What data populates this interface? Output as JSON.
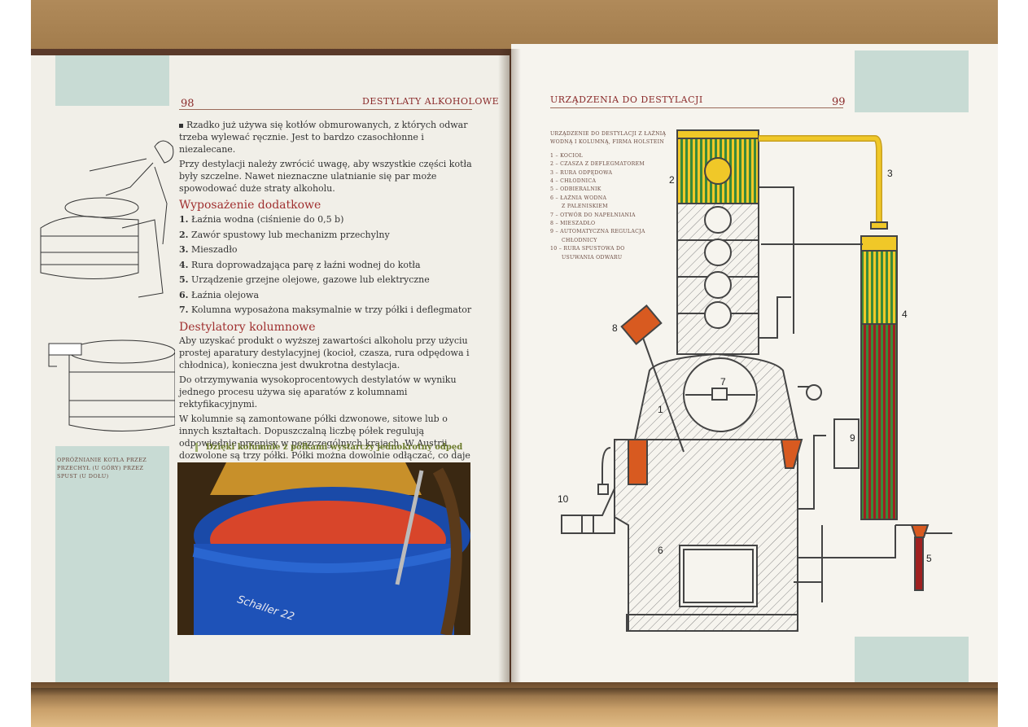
{
  "left_page": {
    "page_number": "98",
    "running_head": "Destylaty alkoholowe",
    "intro_bullet": "Rzadko już używa się kotłów obmurowanych, z których odwar trzeba wylewać ręcznie. Jest to bardzo czasochłonne i niezalecane.",
    "intro_para": "Przy destylacji należy zwrócić uwagę, aby wszystkie części kotła były szczelne. Nawet nieznaczne ulatnianie się par może spowodować duże straty alkoholu.",
    "section1_heading": "Wyposażenie dodatkowe",
    "section1_items": [
      {
        "n": "1.",
        "text": "Łaźnia wodna (ciśnienie do 0,5 b)"
      },
      {
        "n": "2.",
        "text": "Zawór spustowy lub mechanizm przechylny"
      },
      {
        "n": "3.",
        "text": "Mieszadło"
      },
      {
        "n": "4.",
        "text": "Rura doprowadzająca parę z łaźni wodnej do kotła"
      },
      {
        "n": "5.",
        "text": "Urządzenie grzejne olejowe, gazowe lub elektryczne"
      },
      {
        "n": "6.",
        "text": "Łaźnia olejowa"
      },
      {
        "n": "7.",
        "text": "Kolumna wyposażona maksymalnie w trzy półki i deflegmator"
      }
    ],
    "section2_heading": "Destylatory kolumnowe",
    "section2_para1": "Aby uzyskać produkt o wyższej zawartości alkoholu przy użyciu prostej aparatury destylacyjnej (kocioł, czasza, rura odpędowa i chłodnica), konieczna jest dwukrotna destylacja.",
    "section2_para2": "Do otrzymywania wysokoprocentowych destylatów w wyniku jednego procesu używa się aparatów z kolumnami rektyfikacyjnymi.",
    "section2_para3": "W kolumnie są zamontowane półki dzwonowe, sitowe lub o innych kształtach. Dopuszczalną liczbę półek regulują odpowiednie przepisy w poszczególnych krajach. W Austrii dozwolone są trzy półki. Półki można dowolnie odłączać, co daje możliwość sterowania procesem destylacji kolumnowej.",
    "pull_quote": "Dzięki kolumnie z półkami wystarczy jednokrotny odpęd",
    "sketch_caption": "Opróżnianie kotła przez przechył (u góry) przez spust (u dołu)",
    "photo_label": "Schaller 22"
  },
  "right_page": {
    "page_number": "99",
    "running_head": "Urządzenia do destylacji",
    "legend_title": "Urządzenie do destylacji z łaźnią wodną i kolumną, firma Holstein",
    "legend_items": [
      "1 – kocioł",
      "2 – czasza z deflegmatorem",
      "3 – rura odpędowa",
      "4 – chłodnica",
      "5 – odbieralnik",
      "6 – łaźnia wodna",
      "z paleniskiem",
      "7 – otwór do napełniania",
      "8 – mieszadło",
      "9 – automatyczna regulacja",
      "chłodnicy",
      "10 – rura spustowa do",
      "usuwania odwaru"
    ],
    "diagram_labels": [
      "1",
      "2",
      "3",
      "4",
      "5",
      "6",
      "7",
      "8",
      "9",
      "10"
    ]
  },
  "colors": {
    "accent_red": "#a03030",
    "tint_green": "#c8dbd4",
    "diagram_yellow": "#f0c828",
    "diagram_green": "#3a8a3a",
    "diagram_red": "#a02020",
    "diagram_orange": "#d85a20"
  }
}
